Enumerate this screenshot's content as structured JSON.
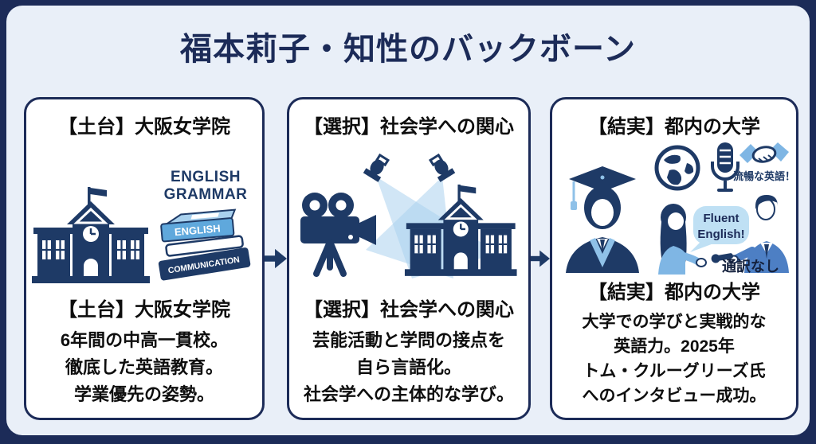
{
  "title": "福本莉子・知性のバックボーン",
  "colors": {
    "frame_navy": "#1c2b58",
    "page_bg": "#e9eff8",
    "panel_bg": "#ffffff",
    "icon_navy": "#1e3a66",
    "book_blue": "#5fa8dc",
    "beam_blue": "#abd2ee",
    "suit_blue": "#4d7fc4",
    "bubble_blue": "#bfe0f4",
    "text_black": "#0e0e0e"
  },
  "panels": [
    {
      "header": "【土台】大阪女学院",
      "icon_caption": "ENGLISH GRAMMAR",
      "book_labels": [
        "ENGLISH",
        "COMMUNICATION"
      ],
      "subheader": "【土台】大阪女学院",
      "body_lines": [
        "6年間の中高一貫校。",
        "徹底した英語教育。",
        "学業優先の姿勢。"
      ]
    },
    {
      "header": "【選択】社会学への関心",
      "subheader": "【選択】社会学への関心",
      "body_lines": [
        "芸能活動と学問の接点を",
        "自ら言語化。",
        "社会学への主体的な学び。"
      ]
    },
    {
      "header": "【結実】都内の大学",
      "labels": {
        "fluent_jp": "流暢な英語！",
        "bubble_line1": "Fluent",
        "bubble_line2": "English!",
        "no_interpreter": "通訳なし"
      },
      "subheader": "【結実】都内の大学",
      "body_lines": [
        "大学での学びと実戦的な",
        "英語力。2025年",
        "トム・クルーグリーズ氏",
        "へのインタビュー成功。"
      ]
    }
  ]
}
